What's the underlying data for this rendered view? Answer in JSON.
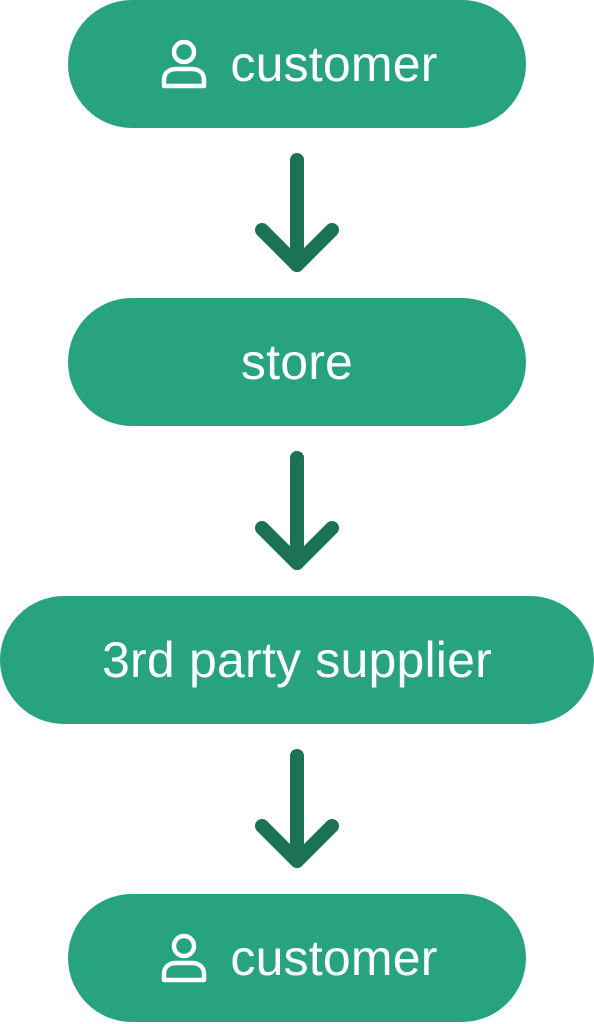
{
  "colors": {
    "node_fill": "#27a37f",
    "arrow": "#1b7257",
    "text": "#ffffff"
  },
  "nodes": [
    {
      "label": "customer",
      "icon": "user-icon"
    },
    {
      "label": "store",
      "icon": ""
    },
    {
      "label": "3rd party supplier",
      "icon": ""
    },
    {
      "label": "customer",
      "icon": "user-icon"
    }
  ],
  "arrows": [
    {
      "from": "customer",
      "to": "store",
      "icon": "arrow-down-icon"
    },
    {
      "from": "store",
      "to": "3rd party supplier",
      "icon": "arrow-down-icon"
    },
    {
      "from": "3rd party supplier",
      "to": "customer",
      "icon": "arrow-down-icon"
    }
  ]
}
